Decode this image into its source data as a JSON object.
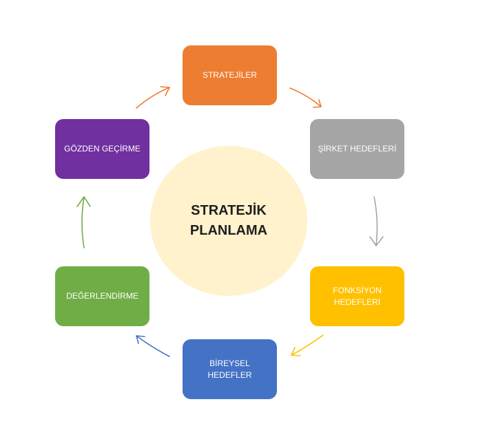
{
  "center": {
    "title": "STRATEJİK PLANLAMA",
    "color": "#fff2cc"
  },
  "nodes": [
    {
      "id": "n1",
      "label": "STRATEJİLER",
      "color": "#ed7d31"
    },
    {
      "id": "n2",
      "label": "ŞİRKET HEDEFLERİ",
      "color": "#a5a5a5"
    },
    {
      "id": "n3",
      "label": "FONKSİYON HEDEFLERİ",
      "color": "#ffc000"
    },
    {
      "id": "n4",
      "label": "BİREYSEL HEDEFLER",
      "color": "#4472c4"
    },
    {
      "id": "n5",
      "label": "DEĞERLENDİRME",
      "color": "#70ad47"
    },
    {
      "id": "n6",
      "label": "GÖZDEN GEÇİRME",
      "color": "#7030a0"
    }
  ]
}
